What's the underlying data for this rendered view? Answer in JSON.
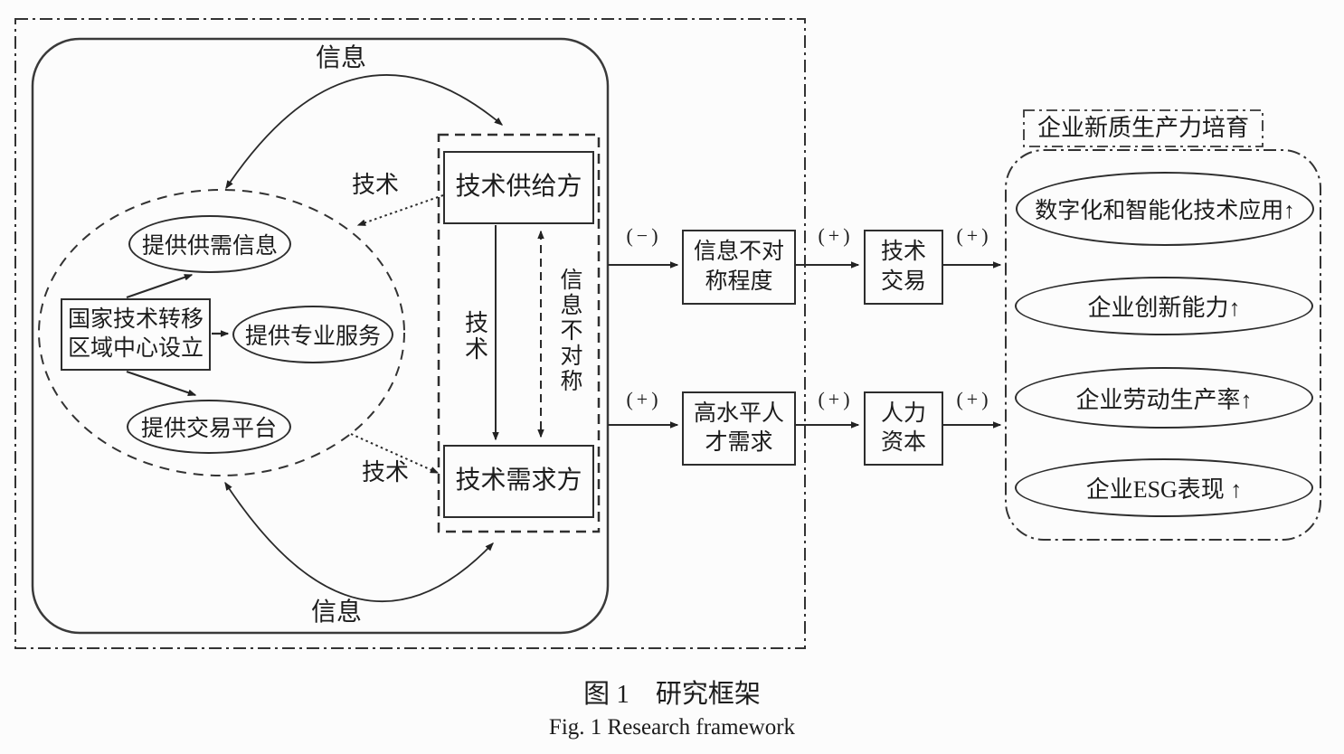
{
  "figure": {
    "caption_zh": "图 1　研究框架",
    "caption_en": "Fig. 1  Research framework"
  },
  "flow_labels": {
    "info_top": "信息",
    "info_bottom": "信息",
    "tech_dotted_top": "技术",
    "tech_dotted_bottom": "技术",
    "tech_vertical": "技术",
    "info_asymmetry_vertical": "信息不对称",
    "sign_minus": "(−)",
    "sign_plus_1": "(+)",
    "sign_plus_2": "(+)",
    "sign_plus_3": "(+)",
    "sign_plus_4": "(+)",
    "sign_plus_5": "(+)"
  },
  "center_cluster": {
    "main_box": {
      "line1": "国家技术转移",
      "line2": "区域中心设立"
    },
    "functions": [
      "提供供需信息",
      "提供专业服务",
      "提供交易平台"
    ]
  },
  "market_cluster": {
    "supplier": "技术供给方",
    "demander": "技术需求方"
  },
  "mediators": {
    "info_asymmetry": {
      "line1": "信息不对",
      "line2": "称程度"
    },
    "tech_transaction": {
      "line1": "技术",
      "line2": "交易"
    },
    "talent_demand": {
      "line1": "高水平人",
      "line2": "才需求"
    },
    "human_capital": {
      "line1": "人力",
      "line2": "资本"
    }
  },
  "outcomes": {
    "title": "企业新质生产力培育",
    "items": [
      "数字化和智能化技术应用↑",
      "企业创新能力↑",
      "企业劳动生产率↑",
      "企业ESG表现 ↑"
    ]
  }
}
